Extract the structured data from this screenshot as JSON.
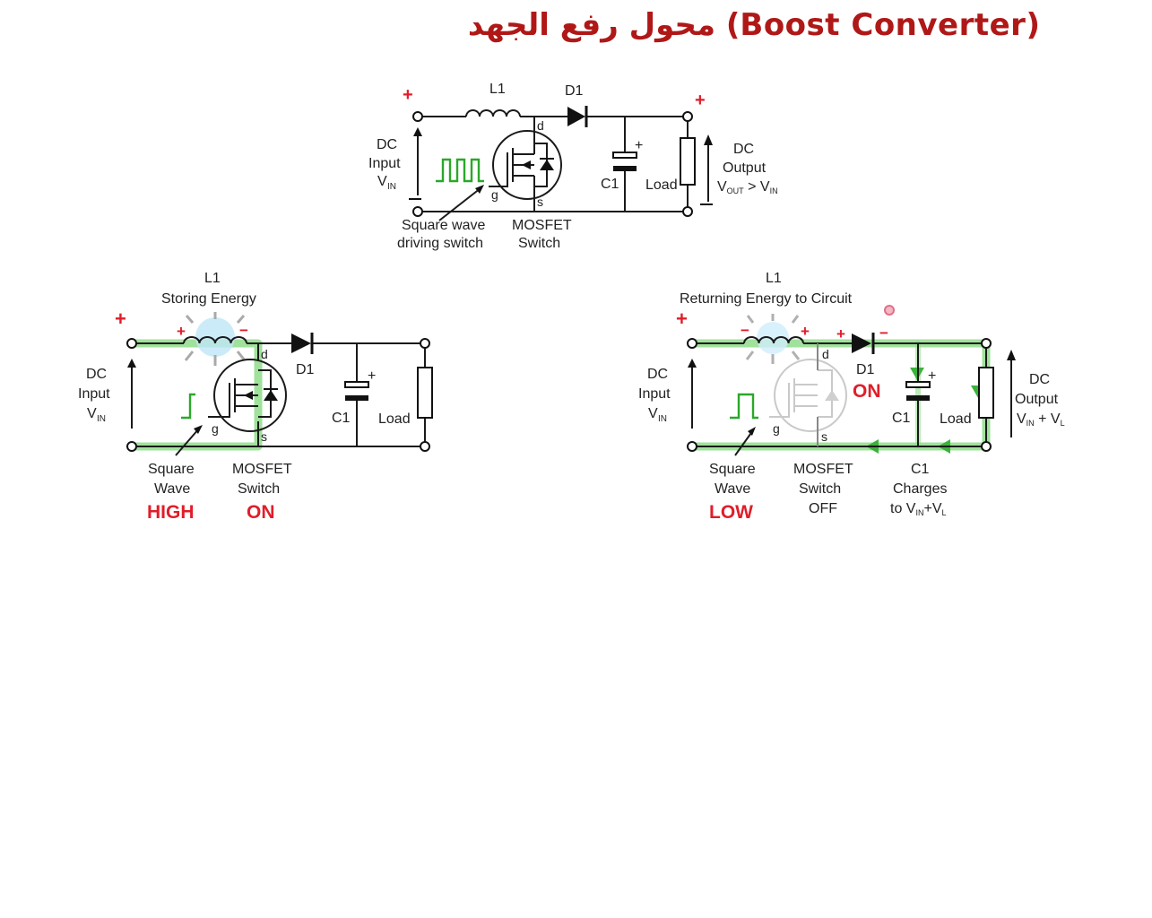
{
  "title": "محول رفع الجهد (Boost Converter)",
  "top": {
    "plus_in": "+",
    "plus_out": "+",
    "l1": "L1",
    "d1": "D1",
    "dc": "DC",
    "input": "Input",
    "v": "V",
    "in_sub": "IN",
    "d": "d",
    "g": "g",
    "s": "s",
    "cap_plus": "+",
    "c1": "C1",
    "load": "Load",
    "output": "Output",
    "vout_main": "V",
    "out_sub": "OUT",
    "gt": " > V",
    "sq1": "Square wave",
    "sq2": "driving switch",
    "mos1": "MOSFET",
    "mos2": "Switch"
  },
  "left": {
    "l1": "L1",
    "storing": "Storing Energy",
    "plus_in": "+",
    "ind_plus": "+",
    "ind_minus": "−",
    "d": "d",
    "d1": "D1",
    "dc": "DC",
    "input": "Input",
    "v": "V",
    "in_sub": "IN",
    "g": "g",
    "s": "s",
    "cap_plus": "+",
    "c1": "C1",
    "load": "Load",
    "sq1": "Square",
    "sq2": "Wave",
    "high": "HIGH",
    "mos1": "MOSFET",
    "mos2": "Switch",
    "on": "ON"
  },
  "right": {
    "l1": "L1",
    "returning": "Returning Energy to Circuit",
    "plus_in": "+",
    "ind_minus": "−",
    "ind_plus": "+",
    "d_plus": "+",
    "d_minus": "−",
    "d": "d",
    "d1": "D1",
    "on": "ON",
    "dc": "DC",
    "input": "Input",
    "v": "V",
    "in_sub": "IN",
    "g": "g",
    "s": "s",
    "cap_plus": "+",
    "c1": "C1",
    "load": "Load",
    "output": "Output",
    "vout_main": "V",
    "out_in_sub": "IN",
    "plus_vl": " + V",
    "l_sub": "L",
    "sq1": "Square",
    "sq2": "Wave",
    "low": "LOW",
    "mos1": "MOSFET",
    "mos2": "Switch",
    "off": "OFF",
    "c1b": "C1",
    "charges": "Charges",
    "to": "to V",
    "to_in": "IN",
    "to_plus": "+V",
    "to_l": "L"
  },
  "colors": {
    "title": "#b01818",
    "accent_red": "#e11d2a",
    "current_glow": "#8fdc8a",
    "square_wave": "#2aa82a",
    "wire": "#1a1a1a"
  }
}
